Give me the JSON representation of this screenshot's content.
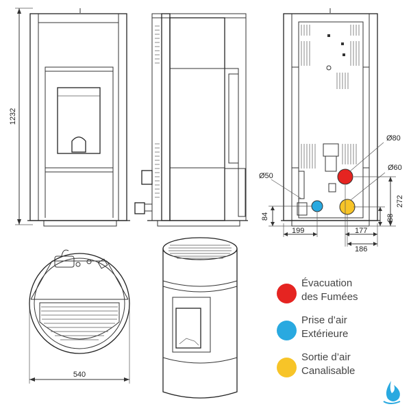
{
  "dimensions": {
    "height_total": "1232",
    "width_diameter": "540",
    "dia_evacuation": "Ø80",
    "dia_canalisable": "Ø60",
    "dia_prise_air": "Ø50",
    "h_prise_air": "84",
    "w_prise_air": "199",
    "h_evacuation": "272",
    "h_canalisable": "88",
    "w_evacuation": "177",
    "w_canalisable": "186"
  },
  "legend": [
    {
      "line1": "Évacuation",
      "line2": "des Fumées",
      "color": "#e52421"
    },
    {
      "line1": "Prise d’air",
      "line2": "Extérieure",
      "color": "#29a9e0"
    },
    {
      "line1": "Sortie d’air",
      "line2": "Canalisable",
      "color": "#f7c428"
    }
  ],
  "logo": {
    "icon": "flame-drop-icon",
    "color": "#29a9e0"
  }
}
